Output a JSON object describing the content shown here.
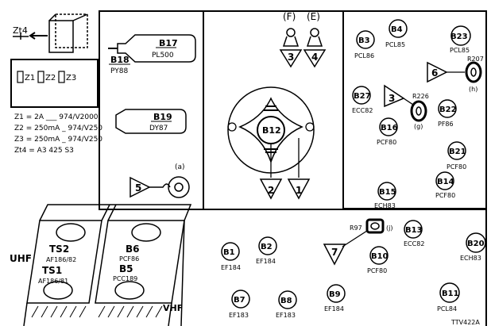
{
  "fuse_panel": {
    "fuse_markers": [
      "Zt4",
      "Z1",
      "Z2",
      "Z3"
    ],
    "legend_lines": [
      "Z1 = 2A ___ 974/V2000",
      "Z2 = 250mA _ 974/V250",
      "Z3 = 250mA _ 974/V250",
      "Zt4 = A3 425 S3"
    ]
  },
  "neck_panel": {
    "components": [
      {
        "code": "B17",
        "type": "PL500"
      },
      {
        "code": "B18",
        "type": "PY88"
      },
      {
        "code": "B19",
        "type": "DY87"
      }
    ],
    "adjusters": [
      {
        "num": "5",
        "ref": "(a)"
      }
    ]
  },
  "centre_panel": {
    "tube": {
      "code": "B12"
    },
    "controls": [
      {
        "label": "(F)",
        "num": "3"
      },
      {
        "label": "(E)",
        "num": "4"
      }
    ],
    "adjust_nums": [
      "2",
      "1"
    ]
  },
  "right_panel": {
    "components": [
      {
        "code": "B3",
        "type": "PCL86"
      },
      {
        "code": "B4",
        "type": "PCL85"
      },
      {
        "code": "B23",
        "type": "PCL85"
      },
      {
        "code": "B27",
        "type": "ECC82"
      },
      {
        "code": "B16",
        "type": "PCF80"
      },
      {
        "code": "B22",
        "type": "PF86"
      },
      {
        "code": "B21",
        "type": "PCF80"
      },
      {
        "code": "B14",
        "type": "PCF80"
      },
      {
        "code": "B15",
        "type": "ECH83"
      }
    ],
    "presets": [
      {
        "code": "R207",
        "ref": "(h)",
        "num": "6"
      },
      {
        "code": "R226",
        "ref": "(g)",
        "num": "3"
      }
    ]
  },
  "bottom_panel": {
    "components": [
      {
        "code": "B1",
        "type": "EF184"
      },
      {
        "code": "B2",
        "type": "EF184"
      },
      {
        "code": "B13",
        "type": "ECC82"
      },
      {
        "code": "B10",
        "type": "PCF80"
      },
      {
        "code": "B20",
        "type": "ECH83"
      },
      {
        "code": "B7",
        "type": "EF183"
      },
      {
        "code": "B8",
        "type": "EF183"
      },
      {
        "code": "B9",
        "type": "EF184"
      },
      {
        "code": "B11",
        "type": "PCL84"
      }
    ],
    "presets": [
      {
        "code": "R97",
        "ref": "(j)",
        "num": "7"
      }
    ]
  },
  "tuner": {
    "labels": [
      "UHF",
      "VHF"
    ],
    "components": [
      {
        "code": "TS2",
        "type": "AF186/82"
      },
      {
        "code": "TS1",
        "type": "AF186/81"
      },
      {
        "code": "B6",
        "type": "PCF86"
      },
      {
        "code": "B5",
        "type": "PCC189"
      }
    ]
  },
  "figure_ref": "TTV422A"
}
